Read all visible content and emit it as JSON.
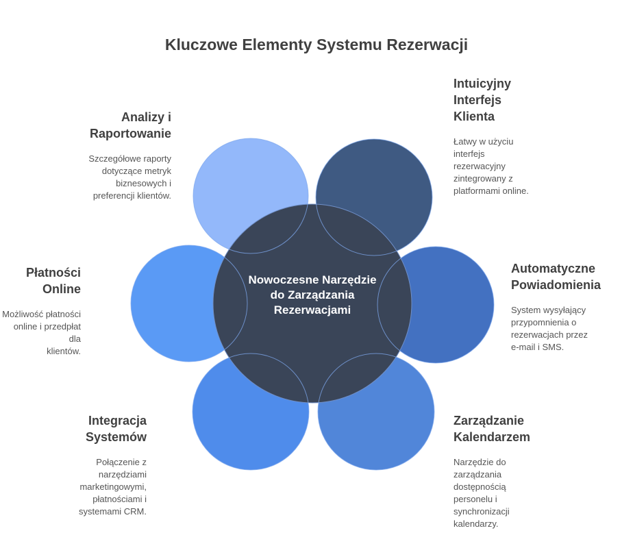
{
  "title": "Kluczowe Elementy Systemu Rezerwacji",
  "center": {
    "text": "Nowoczesne Narzędzie do Zarządzania Rezerwacjami",
    "color": "#3a4558"
  },
  "nodes": [
    {
      "title": "Analizy i\nRaportowanie",
      "desc": "Szczegółowe raporty\ndotyczące metryk\nbiznesowych i\npreferencji klientów.",
      "color": "#93b8fa"
    },
    {
      "title": "Intuicyjny\nInterfejs\nKlienta",
      "desc": "Łatwy w użyciu\ninterfejs\nrezerwacyjny\nzintegrowany z\nplatformami online.",
      "color": "#3f5a82"
    },
    {
      "title": "Automatyczne\nPowiadomienia",
      "desc": "System wysyłający\nprzypomnienia o\nrezerwacjach przez\ne-mail i SMS.",
      "color": "#4371c1"
    },
    {
      "title": "Zarządzanie\nKalendarzem",
      "desc": "Narzędzie do\nzarządzania\ndostępnością\npersonelu i\nsynchronizacji\nkalendarzy.",
      "color": "#5186d9"
    },
    {
      "title": "Integracja\nSystemów",
      "desc": "Połączenie z\nnarzędziami\nmarketingowymi,\npłatnościami i\nsystemami CRM.",
      "color": "#4f8ceb"
    },
    {
      "title": "Płatności\nOnline",
      "desc": "Możliwość płatności\nonline i przedpłat dla\nklientów.",
      "color": "#5a9af5"
    }
  ]
}
